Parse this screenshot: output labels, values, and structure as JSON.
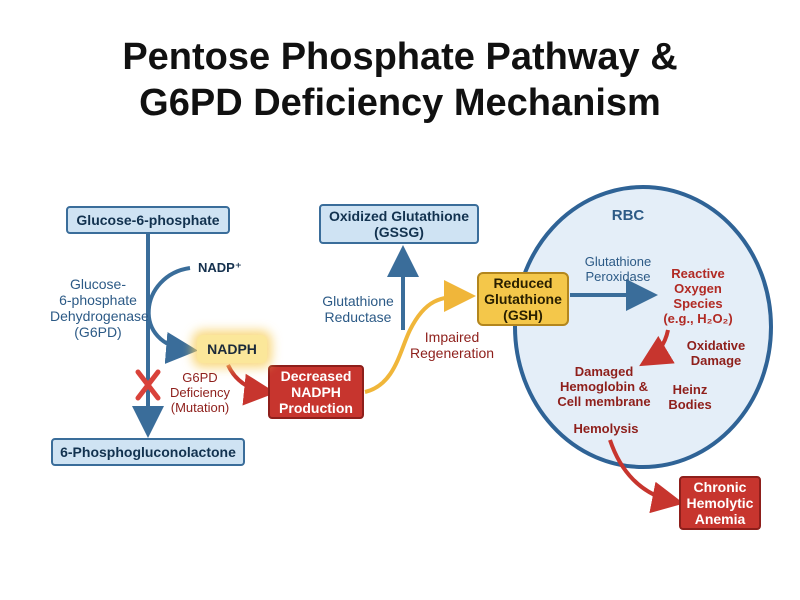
{
  "title": {
    "line1": "Pentose Phosphate Pathway &",
    "line2": "G6PD Deficiency Mechanism"
  },
  "nodes": {
    "g6p": "Glucose-6-phosphate",
    "pgl": "6-Phosphogluconolactone",
    "gssg": [
      "Oxidized Glutathione",
      "(GSSG)"
    ],
    "gsh": [
      "Reduced",
      "Glutathione",
      "(GSH)"
    ],
    "decreased": [
      "Decreased",
      "NADPH",
      "Production"
    ],
    "anemia": [
      "Chronic",
      "Hemolytic",
      "Anemia"
    ],
    "nadph": "NADPH",
    "nadp": "NADP⁺"
  },
  "labels": {
    "g6pd_enzyme": [
      "Glucose-",
      "6-phosphate",
      "Dehydrogenase",
      "(G6PD)"
    ],
    "deficiency": [
      "G6PD",
      "Deficiency",
      "(Mutation)"
    ],
    "reductase": [
      "Glutathione",
      "Reductase"
    ],
    "impaired": [
      "Impaired",
      "Regeneration"
    ],
    "peroxidase": [
      "Glutathione",
      "Peroxidase"
    ],
    "ros": [
      "Reactive",
      "Oxygen",
      "Species",
      "(e.g., H₂O₂)"
    ],
    "oxidative": [
      "Oxidative",
      "Damage"
    ],
    "damaged": [
      "Damaged",
      "Hemoglobin &",
      "Cell membrane"
    ],
    "heinz": [
      "Heinz",
      "Bodies"
    ],
    "hemolysis": "Hemolysis",
    "rbc": "RBC"
  },
  "colors": {
    "blue_arrow": "#3a6d9a",
    "red_arrow": "#c7352e",
    "yellow_arrow": "#f0b63a",
    "cell_fill": "#e4eef8",
    "cell_border": "#2f6396"
  }
}
